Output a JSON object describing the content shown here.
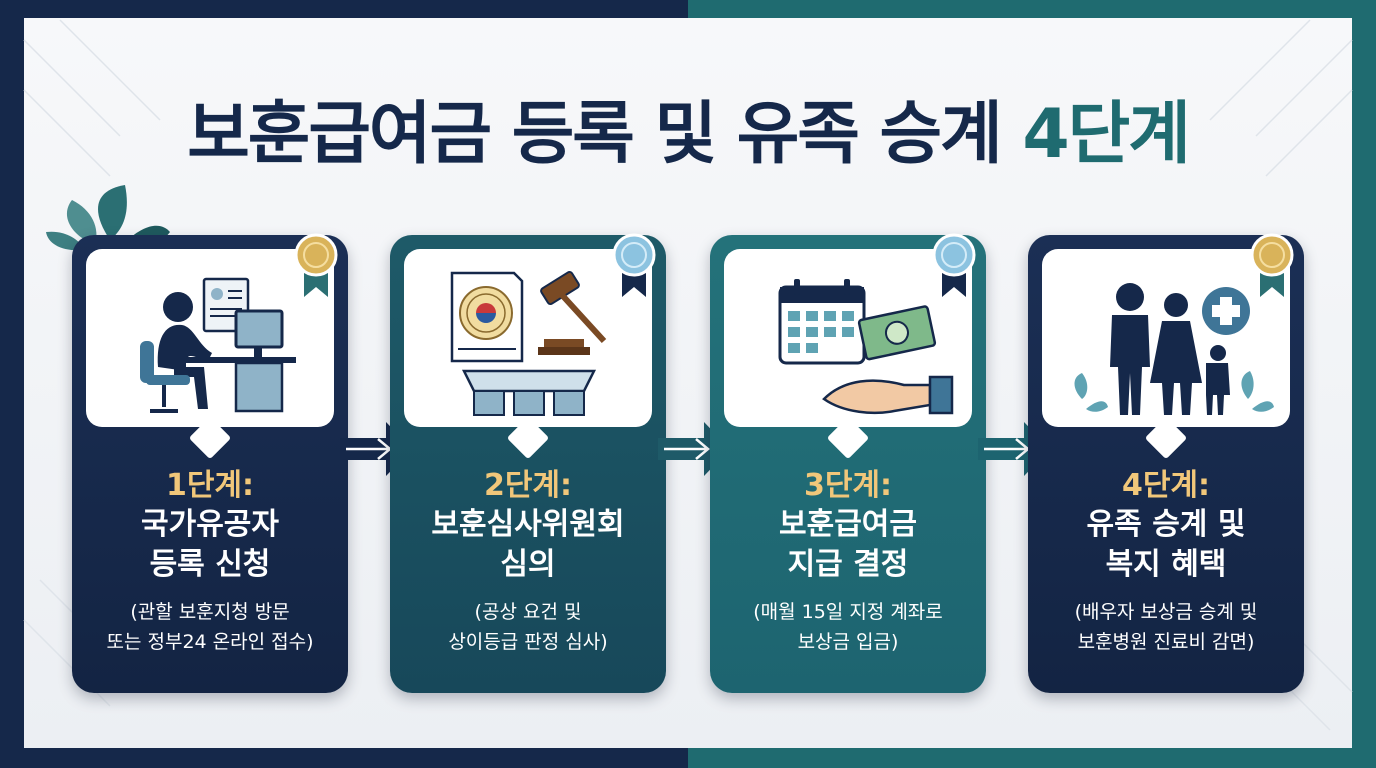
{
  "title": {
    "main": "보훈급여금 등록 및 유족 승계",
    "accent": "4단계"
  },
  "colors": {
    "navy": "#15284a",
    "teal": "#1f6b70",
    "gold": "#f1c77a",
    "medal_gold": "#d9b35a",
    "medal_blue": "#8cc3e0"
  },
  "steps": [
    {
      "step_label": "1단계:",
      "heading_line1": "국가유공자",
      "heading_line2": "등록 신청",
      "detail_line1": "(관할 보훈지청 방문",
      "detail_line2": "또는 정부24 온라인 접수)",
      "icon": "person-at-computer-icon"
    },
    {
      "step_label": "2단계:",
      "heading_line1": "보훈심사위원회",
      "heading_line2": "심의",
      "detail_line1": "(공상 요건 및",
      "detail_line2": "상이등급 판정 심사)",
      "icon": "gavel-document-icon"
    },
    {
      "step_label": "3단계:",
      "heading_line1": "보훈급여금",
      "heading_line2": "지급 결정",
      "detail_line1": "(매월 15일 지정 계좌로",
      "detail_line2": "보상금 입금)",
      "icon": "calendar-money-hand-icon"
    },
    {
      "step_label": "4단계:",
      "heading_line1": "유족 승계 및",
      "heading_line2": "복지 혜택",
      "detail_line1": "(배우자 보상금 승계 및",
      "detail_line2": "보훈병원 진료비 감면)",
      "icon": "family-medical-cross-icon"
    }
  ]
}
